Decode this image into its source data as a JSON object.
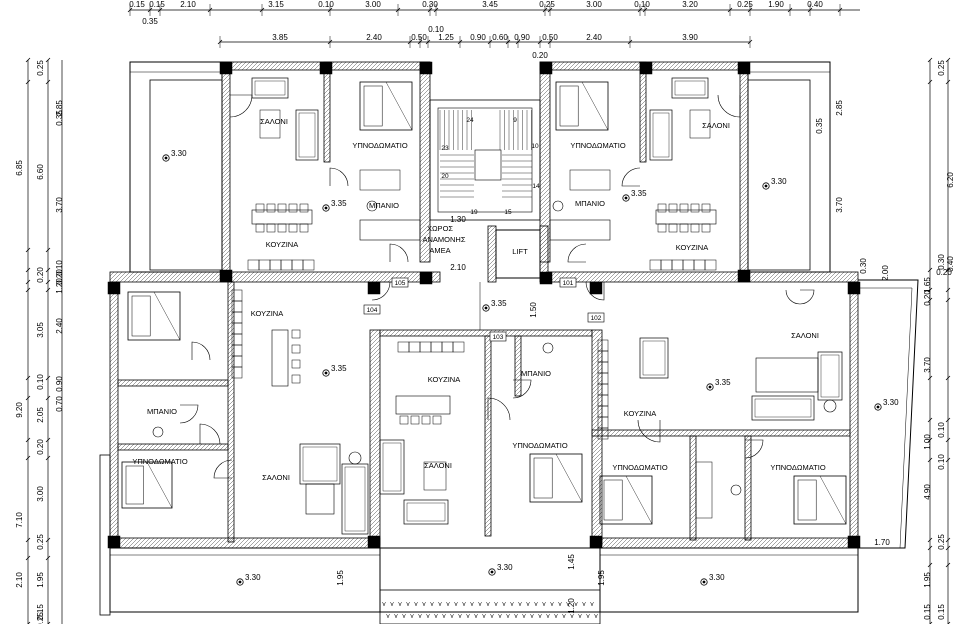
{
  "top_dims_row1": [
    "0.15",
    "0.15",
    "0.35",
    "2.10",
    "3.15",
    "0.10",
    "3.00",
    "0.30",
    "3.45",
    "0.25",
    "3.00",
    "0.10",
    "3.20",
    "0.25",
    "1.90",
    "0.40"
  ],
  "top_dims_row2": [
    "3.85",
    "2.40",
    "0.50",
    "0.10",
    "1.25",
    "0.90",
    "0.60",
    "0.90",
    "0.50",
    "0.20",
    "2.40",
    "3.90"
  ],
  "left_dims": [
    "0.25",
    "6.85",
    "6.60",
    "2.85",
    "0.35",
    "3.70",
    "0.20",
    "0.20",
    "0.10",
    "1.20",
    "3.05",
    "2.40",
    "0.10",
    "9.20",
    "0.90",
    "2.05",
    "0.70",
    "0.20",
    "7.10",
    "3.00",
    "0.25",
    "2.10",
    "1.95",
    "0.15",
    "0.25"
  ],
  "right_dims": [
    "0.25",
    "6.20",
    "2.85",
    "0.35",
    "3.70",
    "0.30",
    "0.30",
    "0.40",
    "0.20",
    "2.00",
    "1.65",
    "0.20",
    "3.70",
    "0.10",
    "1.00",
    "0.10",
    "4.90",
    "0.25",
    "1.70",
    "1.95",
    "0.15",
    "0.15"
  ],
  "inner_dims": [
    "1.30",
    "2.10",
    "1.50",
    "1.45",
    "1.20",
    "1.95",
    "1.95"
  ],
  "rooms": {
    "saloni": "ΣΑΛΟΝΙ",
    "ypnodomatio": "ΥΠΝΟΔΩΜΑΤΙΟ",
    "mpanio": "ΜΠΑΝΙΟ",
    "kouzina": "ΚΟΥΖΙΝΑ",
    "xoros": "ΧΩΡΟΣ ΑΝΑΜΟΝΗΣ ΑΜΕΑ",
    "lift": "LIFT"
  },
  "levels": [
    "3.30",
    "3.35"
  ],
  "door_tags": [
    "105",
    "104",
    "103",
    "101",
    "102"
  ],
  "stair_numbers": [
    "24",
    "9",
    "23",
    "10",
    "20",
    "14",
    "19",
    "15"
  ]
}
